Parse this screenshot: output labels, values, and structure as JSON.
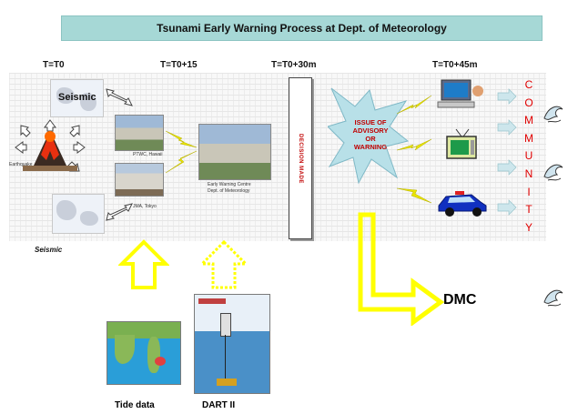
{
  "title": "Tsunami Early Warning Process at Dept. of Meteorology",
  "timeline": [
    "T=T0",
    "T=T0+15",
    "T=T0+30m",
    "T=T0+45m"
  ],
  "seismic_label": "Seismic",
  "earthquake_label": "Earthquake",
  "seismic_bottom_label": "Seismic",
  "ptwc_label": "PTWC, Hawaii",
  "jma_label": "JMA, Tokyo",
  "ewc_label_1": "Early Warning Centre",
  "ewc_label_2": "Dept. of Meteorology",
  "decision_label": "DECISION MADE",
  "issue_line1": "ISSUE OF",
  "issue_line2": "ADVISORY",
  "issue_line3": "OR",
  "issue_line4": "WARNING",
  "community_letters": [
    "C",
    "O",
    "M",
    "M",
    "U",
    "N",
    "I",
    "T",
    "Y"
  ],
  "dmc_label": "DMC",
  "tide_label": "Tide data",
  "dart_label": "DART II",
  "colors": {
    "title_bg": "#a6d8d6",
    "warning_red": "#c00000",
    "yellow_arrow": "#ffff00",
    "community_red": "#e00000",
    "lightning": "#e8e400"
  },
  "icons": [
    "arrow-icon",
    "lightning-icon",
    "computer-icon",
    "tv-icon",
    "police-car-icon",
    "tsunami-wave-icon",
    "volcano-icon"
  ]
}
